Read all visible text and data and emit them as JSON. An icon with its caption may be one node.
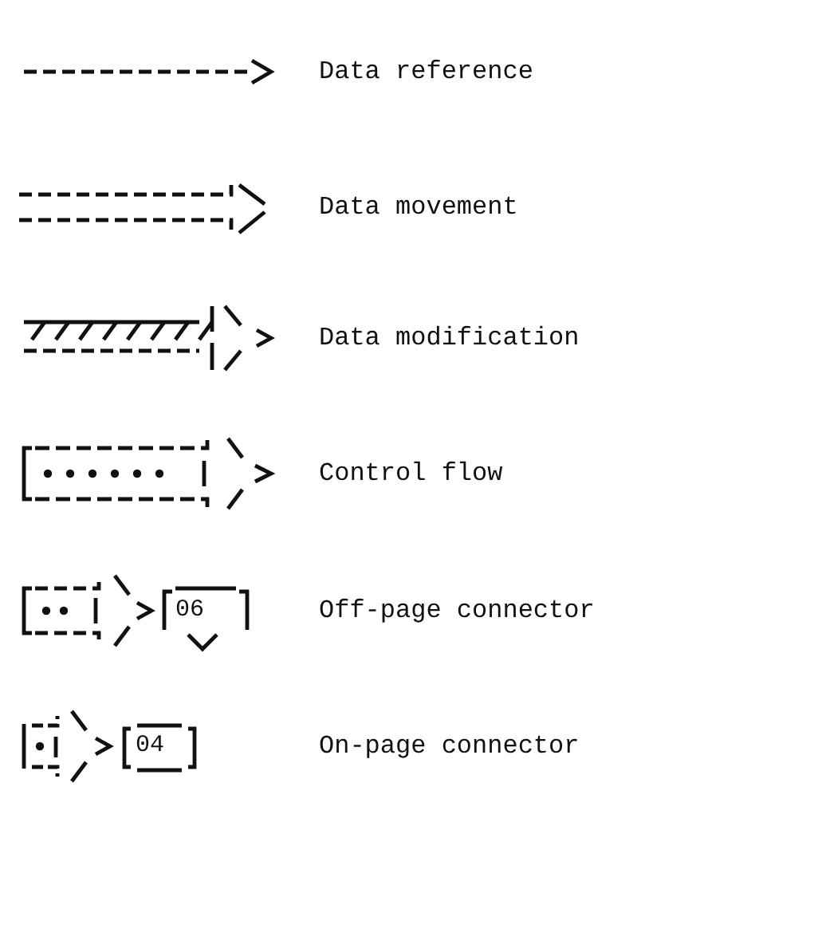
{
  "diagram": {
    "legend": [
      {
        "text": "Data reference"
      },
      {
        "text": "Data movement"
      },
      {
        "text": "Data modification"
      },
      {
        "text": "Control flow"
      },
      {
        "text": "Off-page connector"
      },
      {
        "text": "On-page connector"
      }
    ],
    "labels": [
      "06",
      "04"
    ]
  }
}
